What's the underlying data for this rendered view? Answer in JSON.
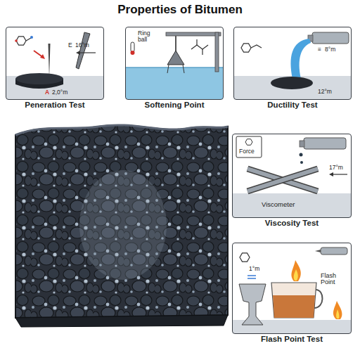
{
  "diagram": {
    "title": "Properties of Bitumen",
    "nodes": [
      {
        "text": [
          "Peneration Test"
        ]
      },
      {
        "text": [
          "Softening Point"
        ]
      },
      {
        "text": [
          "Ductility Test"
        ]
      },
      {
        "text": [
          "Viscosity Test"
        ]
      },
      {
        "text": [
          "Flash Point Test"
        ]
      }
    ],
    "labels": [
      "E",
      "16°m",
      "A",
      "2,0°m",
      "Ring ball",
      "≡",
      "8°m",
      "12°m",
      "Force",
      "17°m",
      "Viscometer",
      "1°m",
      "Flash Point"
    ]
  }
}
